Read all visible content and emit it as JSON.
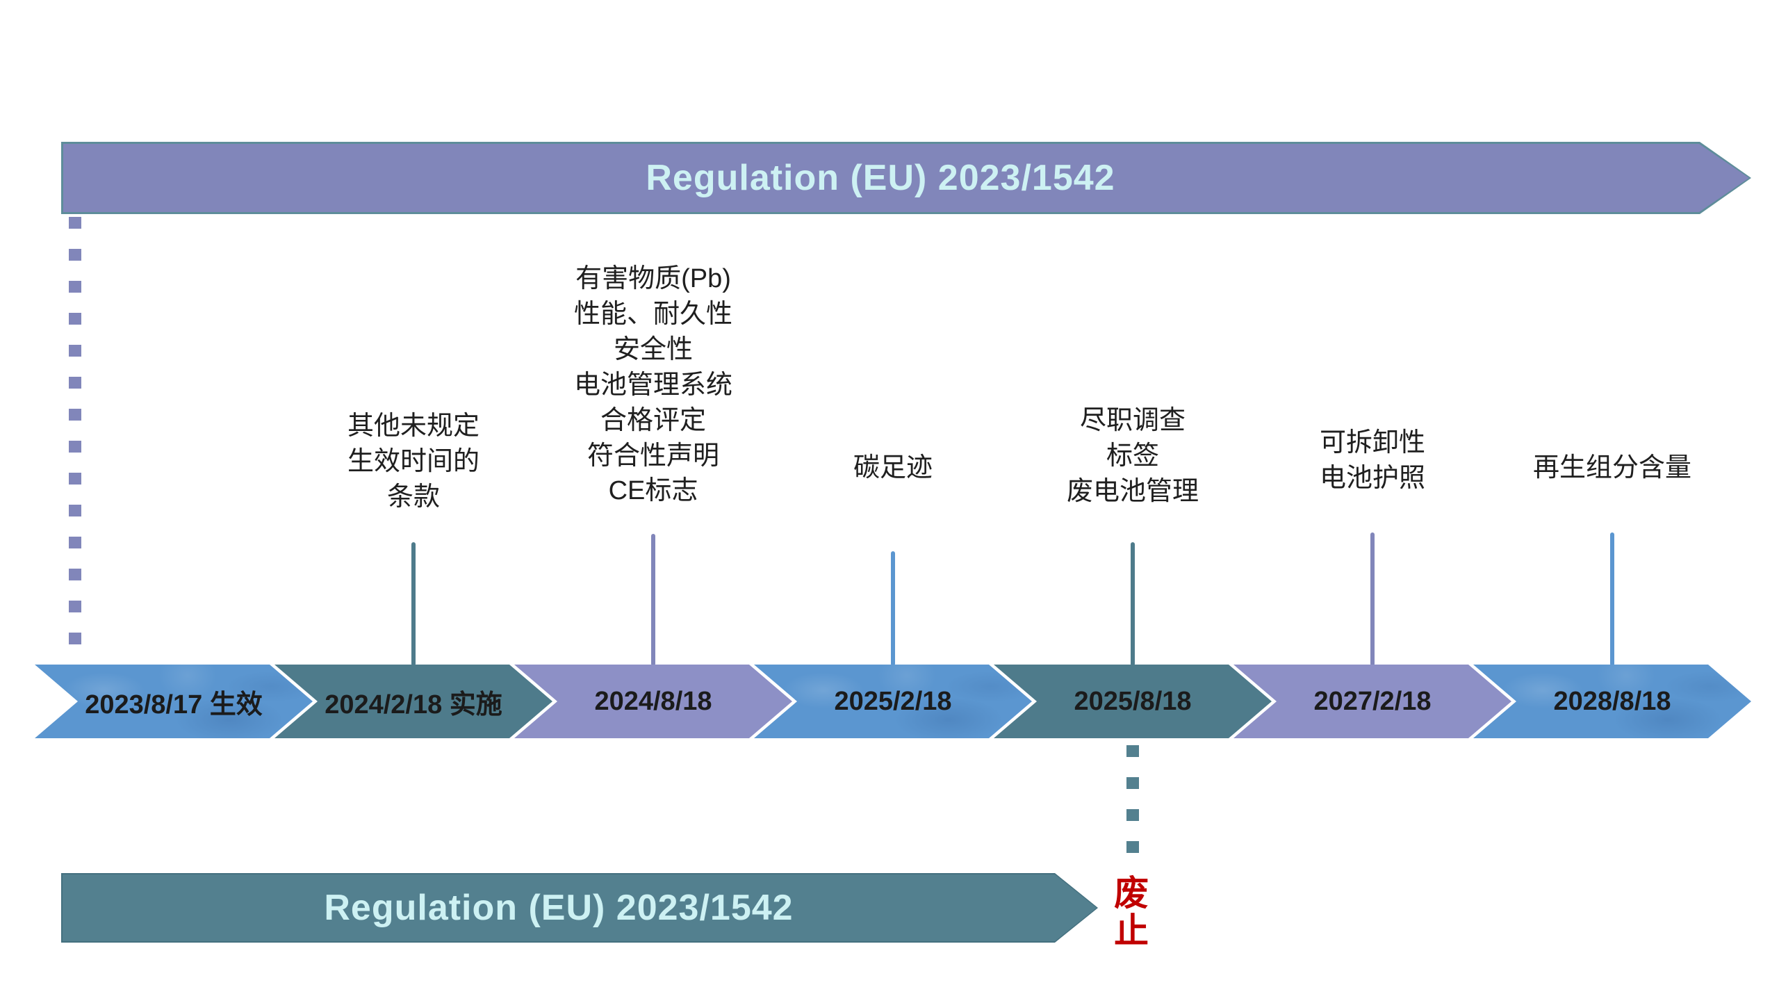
{
  "top_banner": {
    "label": "Regulation (EU) 2023/1542"
  },
  "bottom_banner": {
    "label": "Regulation (EU) 2023/1542"
  },
  "repeal_note": "废止",
  "timeline": {
    "milestones": [
      {
        "date": "2023/8/17 生效",
        "color": "blue",
        "note": ""
      },
      {
        "date": "2024/2/18 实施",
        "color": "teal",
        "note": "其他未规定\n生效时间的\n条款"
      },
      {
        "date": "2024/8/18",
        "color": "purple",
        "note": "有害物质(Pb)\n性能、耐久性\n安全性\n电池管理系统\n合格评定\n符合性声明\nCE标志"
      },
      {
        "date": "2025/2/18",
        "color": "blue",
        "note": "碳足迹"
      },
      {
        "date": "2025/8/18",
        "color": "teal",
        "note": "尽职调查\n标签\n废电池管理"
      },
      {
        "date": "2027/2/18",
        "color": "purple",
        "note": "可拆卸性\n电池护照"
      },
      {
        "date": "2028/8/18",
        "color": "blue",
        "note": "再生组分含量"
      }
    ]
  },
  "colors": {
    "banner_purple": "#8186BA",
    "banner_border_teal": "#5E8D9A",
    "banner_text_cyan": "#CDF1F3",
    "chevron_blue": "#5B96D0",
    "chevron_teal": "#4E7B8B",
    "chevron_purple": "#8D90C6",
    "bottom_banner_teal": "#53808F",
    "date_text": "#1B1B1B",
    "note_text": "#1F1F1F",
    "repeal_red": "#C00000"
  }
}
